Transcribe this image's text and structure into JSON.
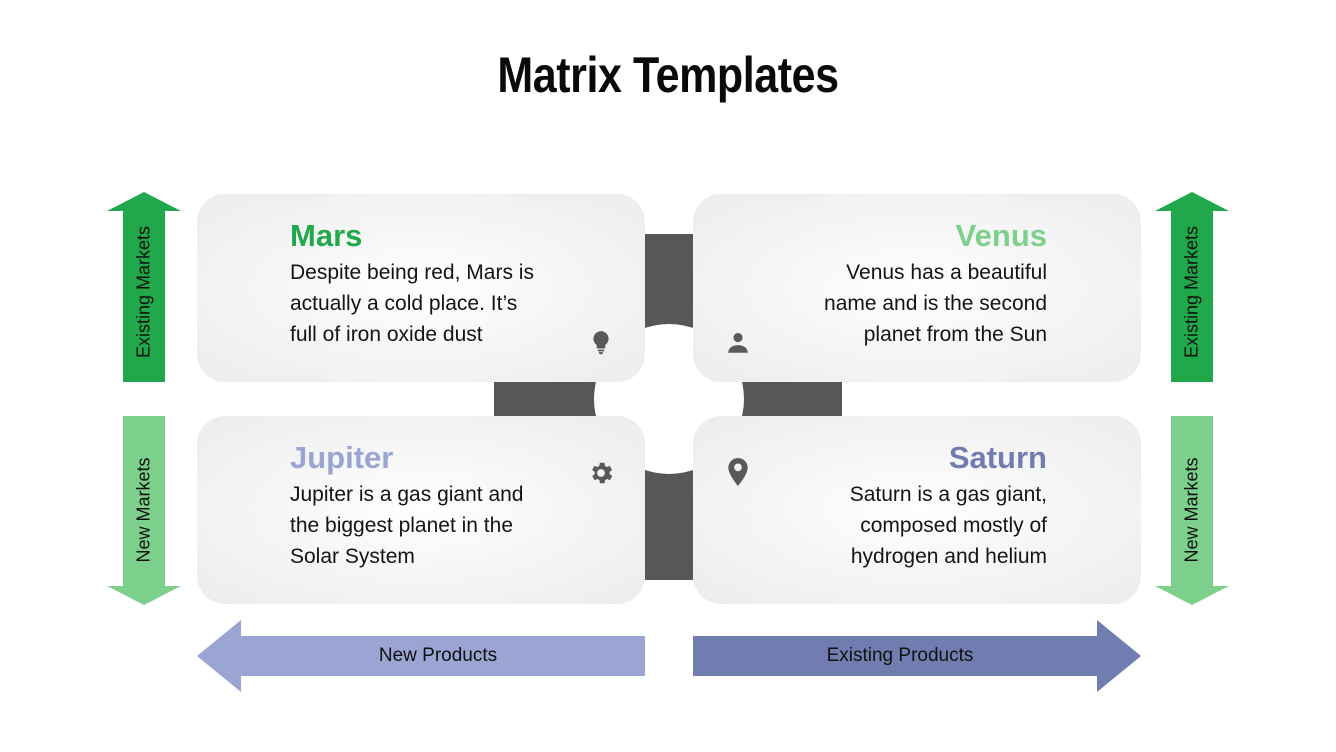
{
  "title": "Matrix Templates",
  "colors": {
    "dark_green": "#20a84b",
    "light_green": "#7dd08c",
    "light_periwinkle": "#9aa5d3",
    "dark_periwinkle": "#717db0",
    "cross_grey": "#575757",
    "icon_grey": "#595959"
  },
  "quadrants": [
    {
      "id": "top-left",
      "heading": "Mars",
      "heading_color": "#20a84b",
      "text_lines": [
        "Despite being red, Mars is",
        "actually a cold place. It’s",
        "full of iron oxide dust"
      ],
      "icon": "lightbulb-icon"
    },
    {
      "id": "top-right",
      "heading": "Venus",
      "heading_color": "#7dd08c",
      "text_lines": [
        "Venus has a beautiful",
        "name and is the second",
        "planet from the Sun"
      ],
      "icon": "user-icon"
    },
    {
      "id": "bottom-left",
      "heading": "Jupiter",
      "heading_color": "#9aa5d3",
      "text_lines": [
        "Jupiter is a gas giant and",
        "the biggest planet in the",
        "Solar System"
      ],
      "icon": "gear-icon"
    },
    {
      "id": "bottom-right",
      "heading": "Saturn",
      "heading_color": "#717db0",
      "text_lines": [
        "Saturn is a gas giant,",
        "composed mostly of",
        "hydrogen and helium"
      ],
      "icon": "location-pin-icon"
    }
  ],
  "axes": {
    "left": {
      "top": "Existing Markets",
      "bottom": "New Markets"
    },
    "right": {
      "top": "Existing Markets",
      "bottom": "New Markets"
    },
    "bottom": {
      "left": "New Products",
      "right": "Existing Products"
    }
  }
}
